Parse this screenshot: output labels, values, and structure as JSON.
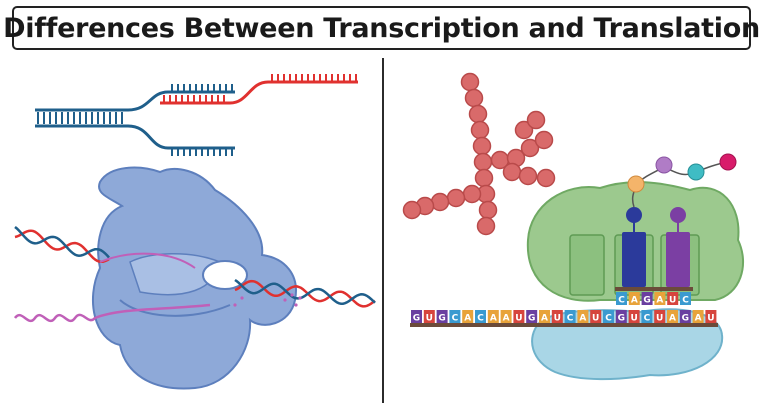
{
  "header": {
    "title": "Differences Between Transcription and Translation"
  },
  "colors": {
    "dna_blue": "#1f5f8b",
    "dna_red": "#e0312f",
    "rna_polymerase": "#8ea9d8",
    "protein_chain": "#d96a6a",
    "ribosome_large": "#9cc98e",
    "ribosome_small": "#a9d6e6",
    "trna_blue": "#2b3a9b",
    "trna_purple": "#7b3fa3",
    "mrna_pink": "#c060b8"
  },
  "translation": {
    "mrna_bases": [
      "G",
      "U",
      "G",
      "C",
      "A",
      "C",
      "A",
      "A",
      "U",
      "G",
      "A",
      "U",
      "C",
      "A",
      "U",
      "C",
      "G",
      "U",
      "C",
      "U",
      "A",
      "G",
      "A",
      "U"
    ],
    "anticodon_bases": [
      "C",
      "A",
      "G",
      "A",
      "U",
      "C"
    ]
  },
  "icons": [
    "rna-polymerase-icon",
    "ribosome-icon",
    "dna-helix-icon",
    "protein-chain-icon",
    "trna-icon"
  ]
}
